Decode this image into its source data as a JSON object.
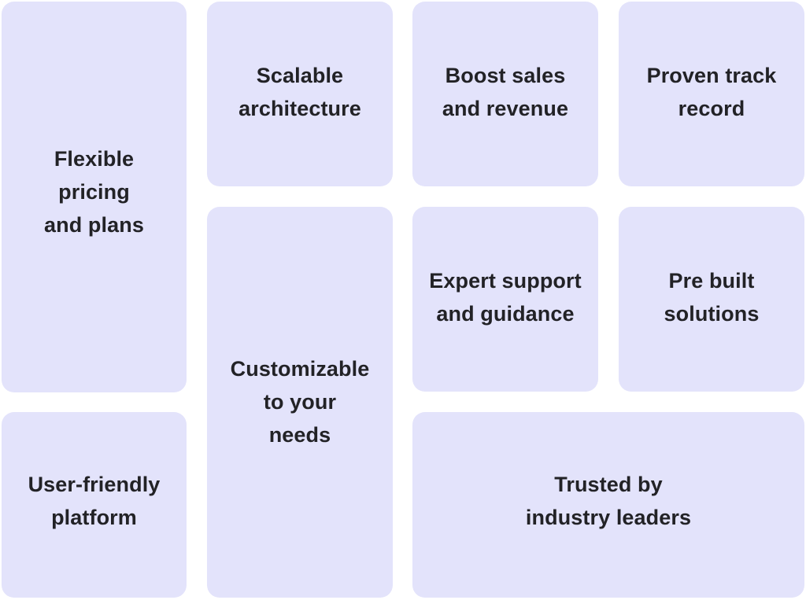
{
  "tiles": {
    "flexible_pricing": "Flexible\npricing\nand plans",
    "scalable_architecture": "Scalable\narchitecture",
    "boost_sales": "Boost sales\nand revenue",
    "proven_track_record": "Proven track\nrecord",
    "customizable": "Customizable\nto your\nneeds",
    "expert_support": "Expert support\nand guidance",
    "pre_built_solutions": "Pre built\nsolutions",
    "user_friendly": "User-friendly\nplatform",
    "trusted_by": "Trusted by\nindustry leaders"
  },
  "colors": {
    "tile_background": "#e3e3fb",
    "text": "#222226",
    "page_background": "#ffffff"
  }
}
